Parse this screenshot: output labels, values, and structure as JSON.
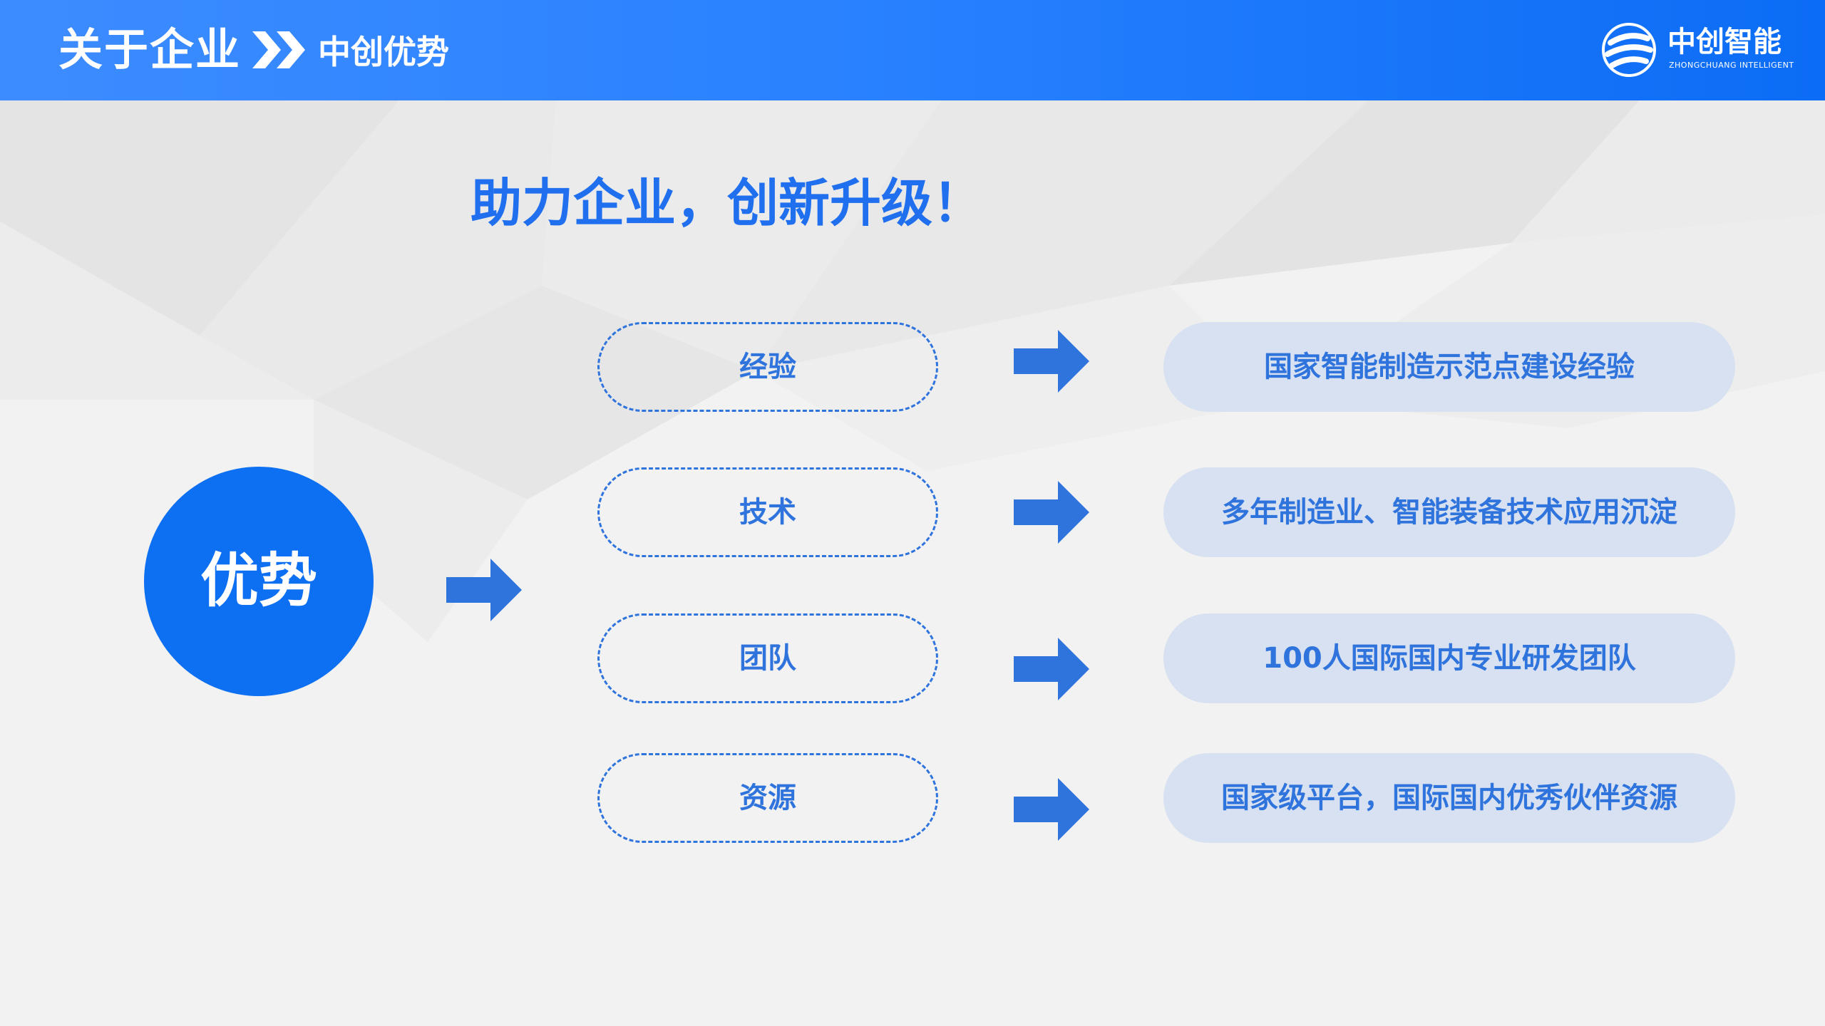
{
  "header": {
    "title": "关于企业",
    "subtitle": "中创优势",
    "logo_name": "中创智能",
    "logo_english": "ZHONGCHUANG INTELLIGENT"
  },
  "main_title": "助力企业，创新升级！",
  "center_label": "优势",
  "rows": [
    {
      "category": "经验",
      "detail": "国家智能制造示范点建设经验"
    },
    {
      "category": "技术",
      "detail": "多年制造业、智能装备技术应用沉淀"
    },
    {
      "category": "团队",
      "detail": "100人国际国内专业研发团队"
    },
    {
      "category": "资源",
      "detail": "国家级平台，国际国内优秀伙伴资源"
    }
  ],
  "colors": {
    "header_start": "#3d8cff",
    "header_end": "#0b6cf5",
    "accent": "#1f6fee",
    "circle": "#0d6ff2",
    "pill_fill": "#d7e1f1"
  },
  "icons": [
    "double-chevron-icon",
    "logo-mark-icon",
    "right-arrow-icon"
  ]
}
